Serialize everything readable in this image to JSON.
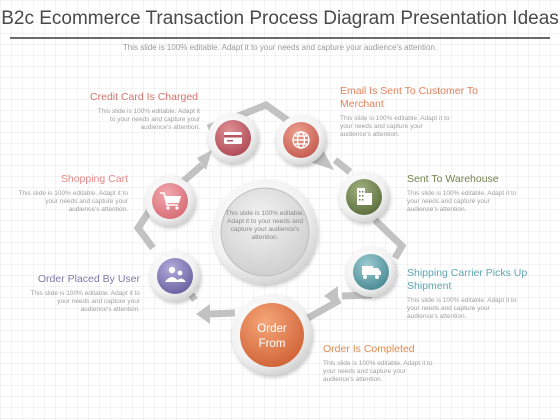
{
  "title": "B2c Ecommerce Transaction Process Diagram Presentation Ideas",
  "subtitle": "This slide is 100% editable. Adapt it to your needs and capture your audience's attention.",
  "center_text": "This slide is 100% editable. Adapt it to your needs and capture your audience's attention.",
  "hub": {
    "line1": "Order",
    "line2": "From"
  },
  "desc": "This slide is 100% editable. Adapt it to your needs and capture your audience's attention.",
  "steps": [
    {
      "label": "Credit Card Is Charged",
      "icon": "credit-card-icon",
      "color": "#c9646c"
    },
    {
      "label": "Email Is Sent To Customer To Merchant",
      "icon": "globe-icon",
      "color": "#d9776b"
    },
    {
      "label": "Sent To Warehouse",
      "icon": "building-icon",
      "color": "#7b8e5c"
    },
    {
      "label": "Shipping Carrier Picks Up Shipment",
      "icon": "truck-icon",
      "color": "#6aa7b0"
    },
    {
      "label": "Order Is Completed",
      "icon": "order-from-circle",
      "color": "#e07f4f"
    },
    {
      "label": "Order Placed By User",
      "icon": "users-icon",
      "color": "#8a82bd"
    },
    {
      "label": "Shopping Cart",
      "icon": "cart-icon",
      "color": "#e58a93"
    }
  ],
  "label_colors": {
    "credit": "#d4736c",
    "email": "#e4835c",
    "warehouse": "#73834f",
    "shipping": "#5fa6b2",
    "completed": "#e08a4e",
    "placed": "#7f7aa8",
    "cart": "#e58a8a"
  }
}
